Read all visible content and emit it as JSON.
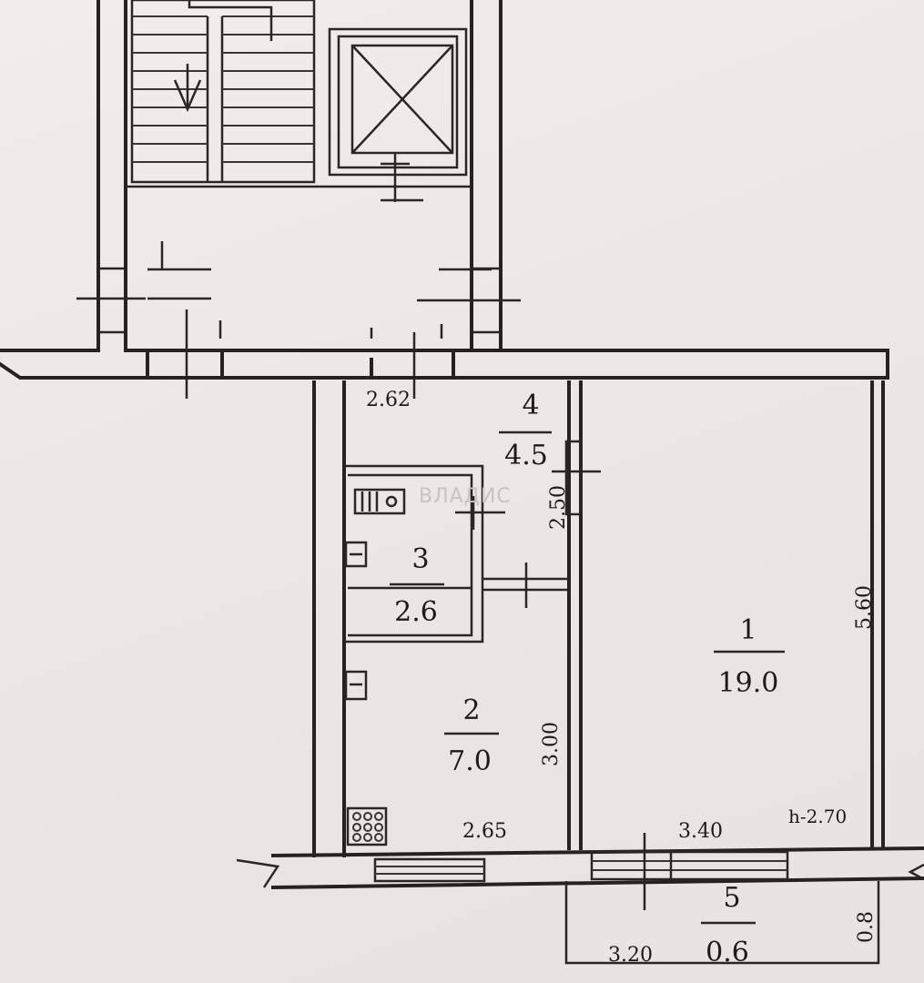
{
  "rooms": [
    {
      "number": "1",
      "area": "19.0"
    },
    {
      "number": "2",
      "area": "7.0"
    },
    {
      "number": "3",
      "area": "2.6"
    },
    {
      "number": "4",
      "area": "4.5"
    },
    {
      "number": "5",
      "area": "0.6"
    }
  ],
  "dimensions": {
    "corridor_width": "2.62",
    "corridor_length": "2.50",
    "kitchen_length": "3.00",
    "kitchen_width": "2.65",
    "room_width": "3.40",
    "room_length": "5.60",
    "ceiling_height": "h-2.70",
    "balcony_length": "3.20",
    "balcony_depth": "0.8"
  },
  "watermark": "ВЛАДИС"
}
